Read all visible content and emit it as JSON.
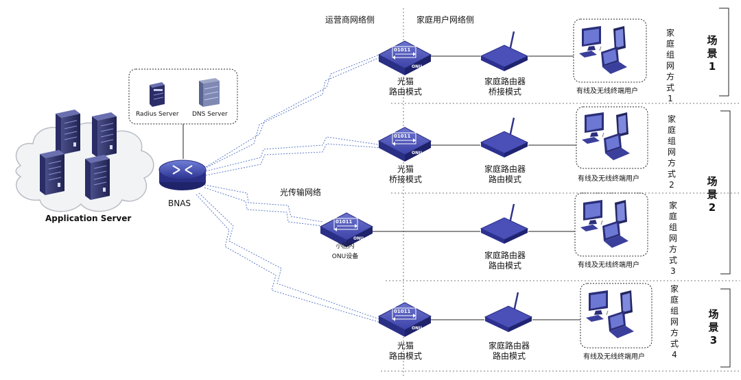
{
  "sides": {
    "operator": "运营商网络侧",
    "home": "家庭用户网络侧"
  },
  "app_server": "Application Server",
  "radius_server": "Radius Server",
  "dns_server": "DNS Server",
  "bnas": "BNAS",
  "optical_network": "光传输网络",
  "onu_badge": "ONU",
  "onu_digits": "01011",
  "rows": [
    {
      "onu_line1": "光猫",
      "onu_line2": "路由模式",
      "router_line1": "家庭路由器",
      "router_line2": "桥接模式",
      "users": "有线及无线终端用户",
      "mode_chars": [
        "家",
        "庭",
        "组",
        "网",
        "方",
        "式",
        "1"
      ]
    },
    {
      "onu_line1": "光猫",
      "onu_line2": "桥接模式",
      "router_line1": "家庭路由器",
      "router_line2": "路由模式",
      "users": "有线及无线终端用户",
      "mode_chars": [
        "家",
        "庭",
        "组",
        "网",
        "方",
        "式",
        "2"
      ]
    },
    {
      "onu_line1": "小区内",
      "onu_line2": "ONU设备",
      "router_line1": "家庭路由器",
      "router_line2": "路由模式",
      "users": "有线及无线终端用户",
      "mode_chars": [
        "家",
        "庭",
        "组",
        "网",
        "方",
        "式",
        "3"
      ]
    },
    {
      "onu_line1": "光猫",
      "onu_line2": "路由模式",
      "router_line1": "家庭路由器",
      "router_line2": "路由模式",
      "users": "有线及无线终端用户",
      "mode_chars": [
        "家",
        "庭",
        "组",
        "网",
        "方",
        "式",
        "4"
      ]
    }
  ],
  "scenes": [
    {
      "chars": [
        "场",
        "景",
        "1"
      ]
    },
    {
      "chars": [
        "场",
        "景",
        "2"
      ]
    },
    {
      "chars": [
        "场",
        "景",
        "3"
      ]
    }
  ],
  "colors": {
    "device_blue": "#3b3f9c",
    "device_dark": "#22256a",
    "link_blue": "#5a78c8",
    "line": "#222222"
  }
}
